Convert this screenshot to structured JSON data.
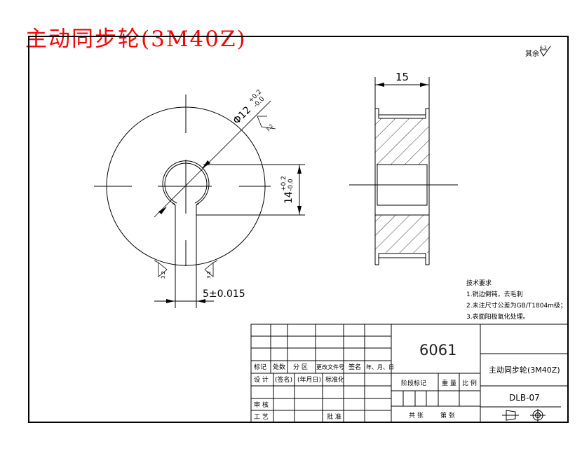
{
  "header": {
    "title": "主动同步轮(3M40Z)",
    "title_color": "#ff0000"
  },
  "roughness_note": {
    "label": "其余",
    "value": "6.3"
  },
  "front_view": {
    "diameter_dim": "Φ12",
    "diameter_tol_upper": "+0.2",
    "diameter_tol_lower": "-0.0",
    "bore_roughness": "3.2",
    "height_dim": "14",
    "height_tol_upper": "+0.2",
    "height_tol_lower": "-0.0",
    "slot_width_dim": "5±0.015",
    "slot_roughness_left": "3.2",
    "slot_roughness_right": "3.2"
  },
  "side_view": {
    "width_dim": "15"
  },
  "tech_requirements": {
    "heading": "技术要求",
    "items": [
      "1.锐边倒钝，去毛刺",
      "2.未注尺寸公差为GB/T1804m级；",
      "3.表面阳极氧化处理。"
    ]
  },
  "title_block": {
    "material": "6061",
    "part_name": "主动同步轮(3M40Z)",
    "drawing_no": "DLB-07",
    "revision_headers": [
      "标记",
      "处数",
      "分 区",
      "更改文件号",
      "签名",
      "年、月、日"
    ],
    "design_row": [
      "设 计",
      "(签名)",
      "(年月日)",
      "标准化"
    ],
    "review_label": "审 核",
    "process_label": "工 艺",
    "approve_label": "批 准",
    "stage_label": "阶段标记",
    "weight_label": "重 量",
    "scale_label": "比 例",
    "sheets_label": "共   张",
    "sheet_no_label": "第   张"
  },
  "colors": {
    "line": "#000000",
    "title": "#ff0000",
    "background": "#ffffff"
  }
}
